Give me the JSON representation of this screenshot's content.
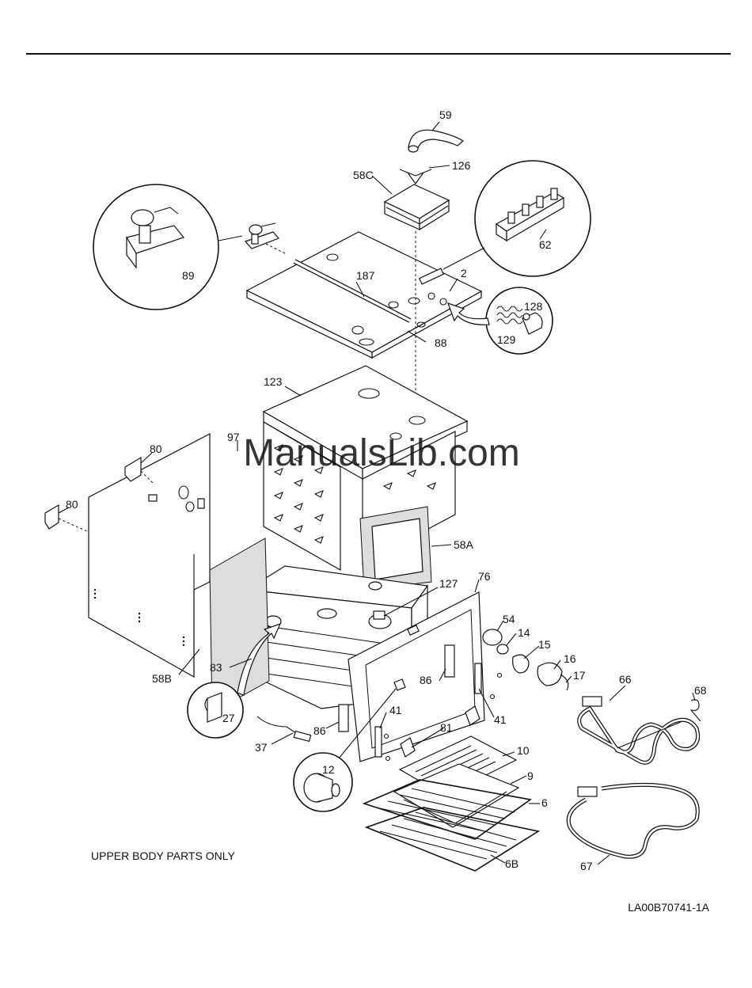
{
  "watermark": "ManualsLib.com",
  "footer_note": "UPPER BODY PARTS ONLY",
  "diagram_code": "LA00B70741-1A",
  "part_labels": {
    "p59": "59",
    "p126": "126",
    "p58C": "58C",
    "p62": "62",
    "p89": "89",
    "p187": "187",
    "p2": "2",
    "p128": "128",
    "p129": "129",
    "p88": "88",
    "p123": "123",
    "p97": "97",
    "p80a": "80",
    "p80b": "80",
    "p58A": "58A",
    "p76": "76",
    "p127": "127",
    "p54": "54",
    "p14": "14",
    "p15": "15",
    "p16": "16",
    "p17": "17",
    "p66": "66",
    "p68": "68",
    "p83": "83",
    "p58B": "58B",
    "p86a": "86",
    "p86b": "86",
    "p27": "27",
    "p41a": "41",
    "p41b": "41",
    "p81": "81",
    "p37": "37",
    "p12": "12",
    "p10": "10",
    "p9": "9",
    "p6": "6",
    "p6B": "6B",
    "p67": "67"
  }
}
